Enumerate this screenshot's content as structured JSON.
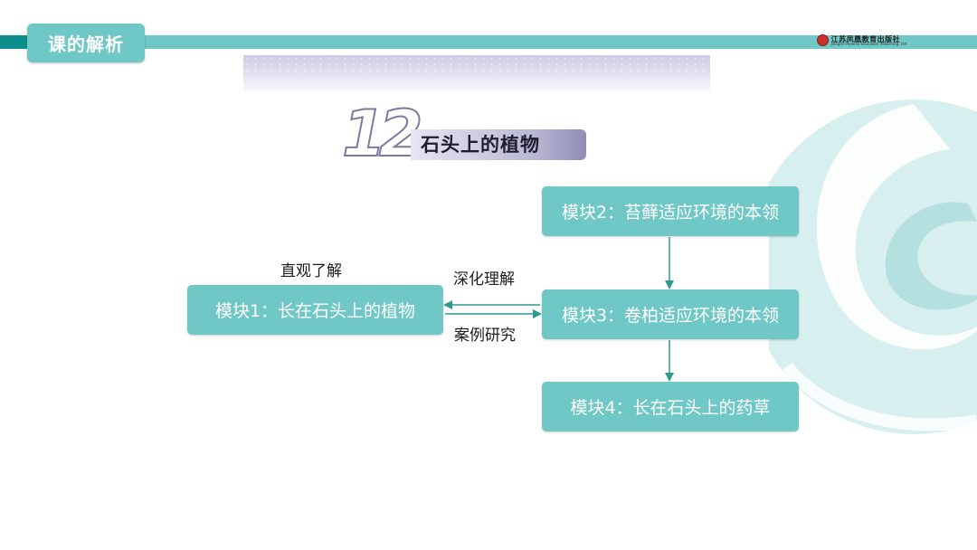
{
  "header": {
    "section_tab": "课的解析",
    "publisher_name": "江苏凤凰教育出版社",
    "publisher_en": "Jiangsu Phoenix Education Publishing, Ltd"
  },
  "lesson": {
    "number": "12",
    "title": "石头上的植物"
  },
  "diagram": {
    "module1": "模块1：长在石头上的植物",
    "module2": "模块2：苔藓适应环境的本领",
    "module3": "模块3：卷柏适应环境的本领",
    "module4": "模块4：长在石头上的药草",
    "label_intuitive": "直观了解",
    "label_deepen": "深化理解",
    "label_case": "案例研究"
  },
  "colors": {
    "accent": "#6fc7c6",
    "accent_dark": "#0c8f8c",
    "arrow": "#2e9a8f",
    "banner": "#cccbe2"
  }
}
